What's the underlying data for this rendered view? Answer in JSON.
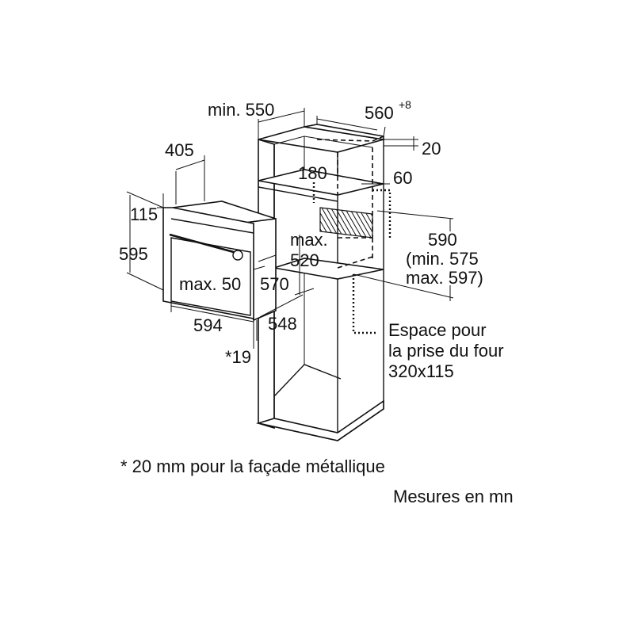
{
  "dimensions": {
    "cabinet_depth": "min. 550",
    "cabinet_width": "560",
    "cabinet_width_tolerance": "+8",
    "back_gap": "20",
    "oven_depth_top": "405",
    "niche_top": "180",
    "niche_side": "60",
    "oven_top_height": "115",
    "oven_height": "595",
    "max_label": "max.",
    "max_depth_value": "520",
    "niche_height": "590",
    "niche_height_min": "(min. 575",
    "niche_height_max": "max. 597)",
    "front_max": "max. 50",
    "oven_inner_height": "570",
    "oven_width": "594",
    "oven_inner_width": "548",
    "facade_offset": "*19"
  },
  "socket_note": {
    "line1": "Espace pour",
    "line2": "la prise du four",
    "line3": "320x115"
  },
  "footnote": "* 20 mm pour la façade métallique",
  "units_note": "Mesures en mn"
}
